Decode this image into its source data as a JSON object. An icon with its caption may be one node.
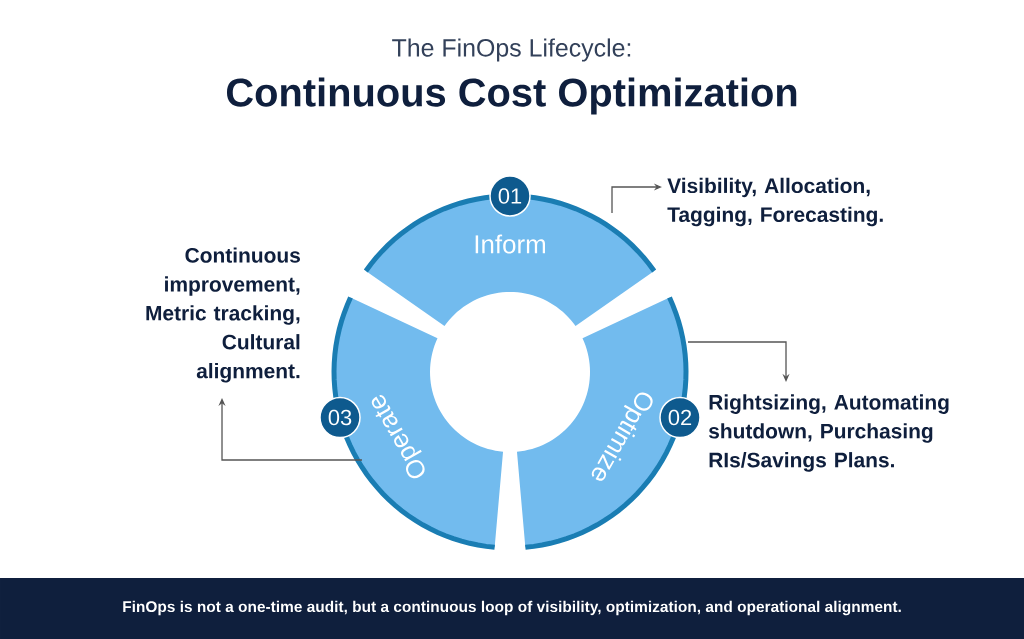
{
  "diagram": {
    "title": "Continuous Cost Optimization",
    "caption": "FinOps is not a one-time audit, but a continuous loop of visibility, optimization, and operational alignment.",
    "labels": [
      "The FinOps Lifecycle:"
    ],
    "nodes": [
      {
        "text": [
          "Inform"
        ]
      },
      {
        "text": [
          "01"
        ]
      },
      {
        "text": [
          "Optimize"
        ]
      },
      {
        "text": [
          "02"
        ]
      },
      {
        "text": [
          "Operate"
        ]
      },
      {
        "text": [
          "03"
        ]
      },
      {
        "text": [
          "Visibility, Allocation, Tagging, Forecasting."
        ]
      },
      {
        "text": [
          "Rightsizing, Automating shutdown, Purchasing RIs/Savings Plans."
        ]
      },
      {
        "text": [
          "Continuous improvement, Metric tracking, Cultural alignment."
        ]
      }
    ],
    "edges": [
      {
        "from": 0,
        "to": 6,
        "arrow": "to"
      },
      {
        "from": 2,
        "to": 7,
        "arrow": "to"
      },
      {
        "from": 4,
        "to": 8,
        "arrow": "to"
      }
    ]
  }
}
